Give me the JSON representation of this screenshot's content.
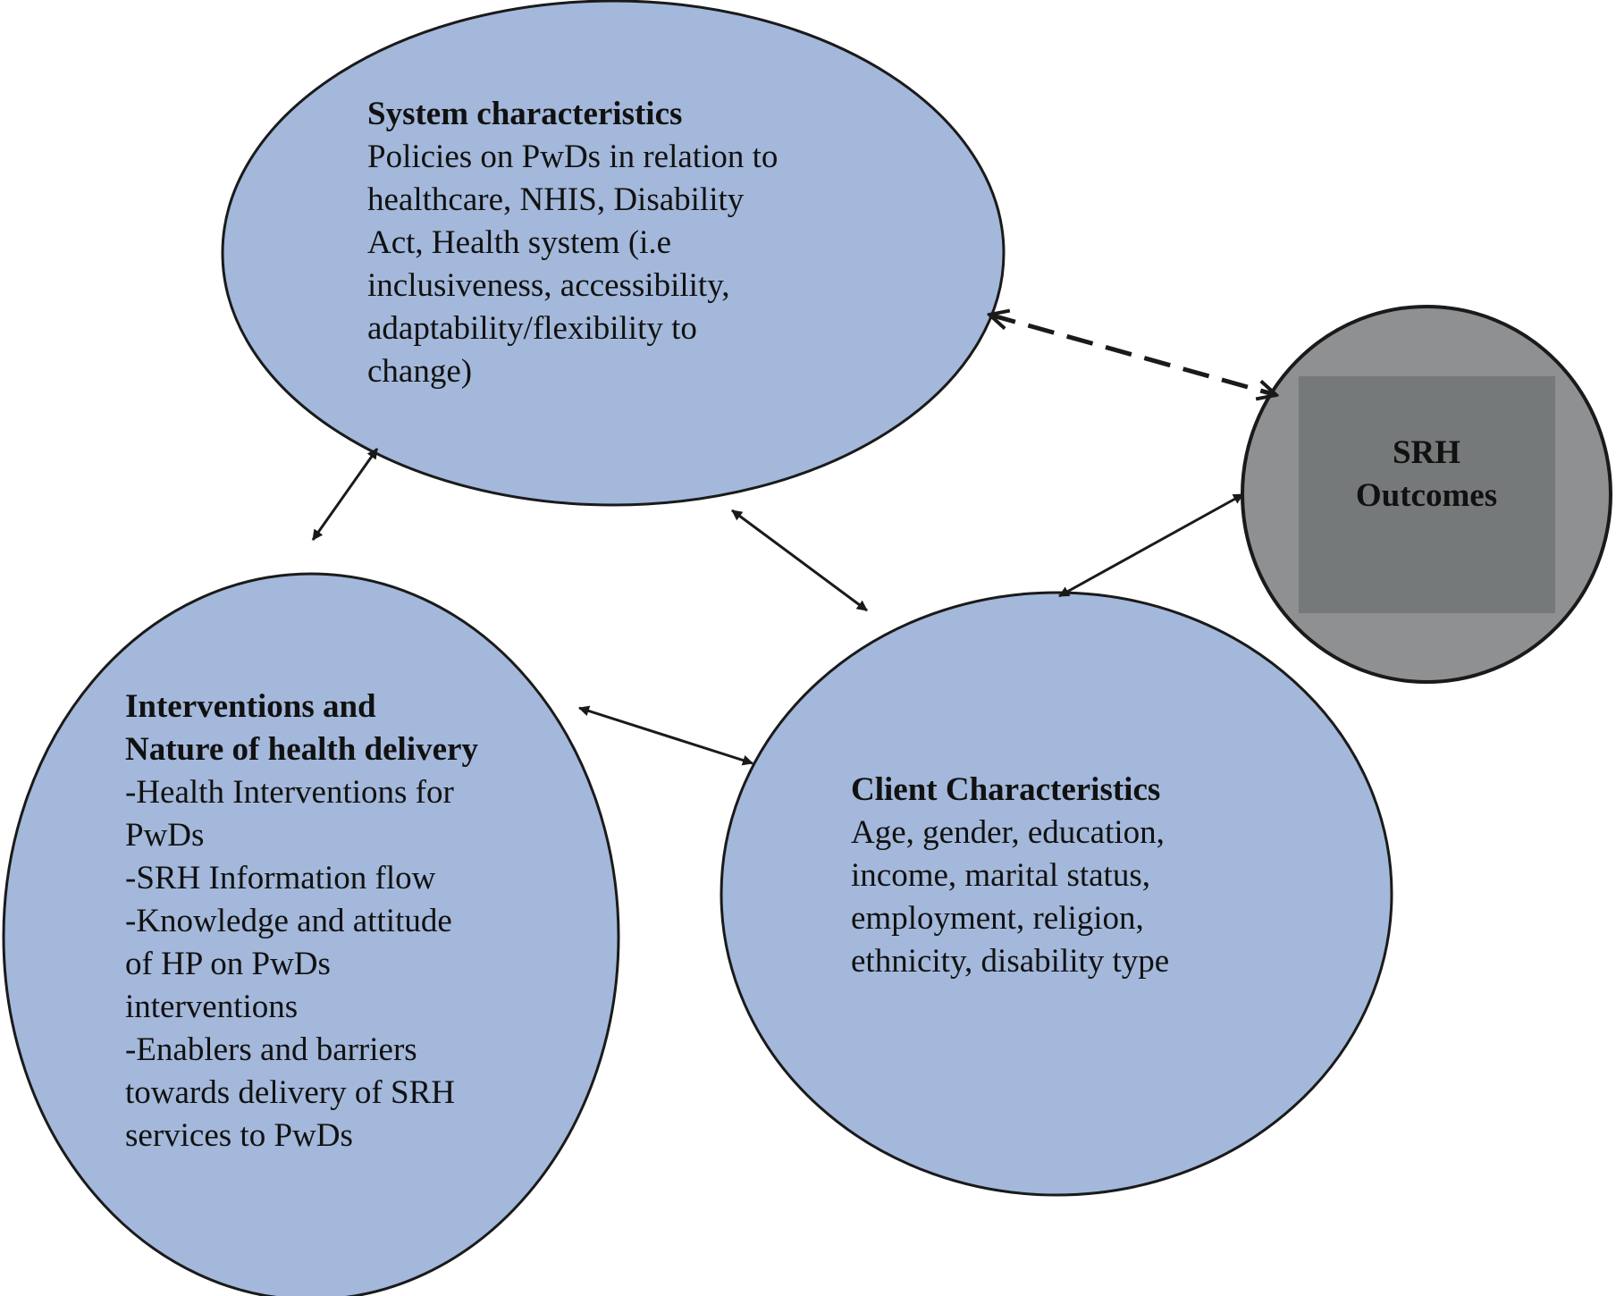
{
  "nodes": {
    "system": {
      "heading": "System characteristics",
      "lines": [
        "Policies on PwDs in relation to",
        "healthcare, NHIS, Disability",
        "Act, Health system (i.e",
        "inclusiveness, accessibility,",
        "adaptability/flexibility to",
        "change)"
      ]
    },
    "interventions": {
      "heading_lines": [
        "Interventions and",
        "Nature of health delivery"
      ],
      "lines": [
        "-Health Interventions for",
        "PwDs",
        "-SRH Information flow",
        "-Knowledge and attitude",
        "of HP on PwDs",
        "interventions",
        "-Enablers and barriers",
        "towards delivery of SRH",
        "services to PwDs"
      ]
    },
    "client": {
      "heading": "Client Characteristics",
      "lines": [
        "Age, gender, education,",
        "income, marital status,",
        "employment, religion,",
        "ethnicity, disability type"
      ]
    },
    "outcomes": {
      "lines": [
        "SRH",
        "Outcomes"
      ]
    }
  },
  "edges": [
    {
      "from": "system",
      "to": "outcomes",
      "style": "dashed",
      "direction": "both"
    },
    {
      "from": "system",
      "to": "interventions",
      "style": "solid",
      "direction": "both"
    },
    {
      "from": "system",
      "to": "client",
      "style": "solid",
      "direction": "both"
    },
    {
      "from": "interventions",
      "to": "client",
      "style": "solid",
      "direction": "both"
    },
    {
      "from": "client",
      "to": "outcomes",
      "style": "solid",
      "direction": "both"
    }
  ],
  "colors": {
    "node_fill": "#a3b8da",
    "node_stroke": "#1a1a1a",
    "outcomes_fill": "#8e9092",
    "outcomes_inner": "#76797a",
    "edge": "#1a1a1a"
  }
}
